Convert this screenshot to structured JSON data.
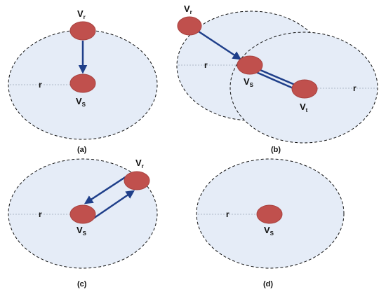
{
  "colors": {
    "region_fill": "#e5ecf7",
    "region_stroke": "#111111",
    "node_fill": "#c0504d",
    "node_stroke": "#a8423f",
    "arrow": "#1f3f8a",
    "radius_line": "#9aa6b8"
  },
  "panels": [
    {
      "caption": "(a)",
      "radius_label": "r",
      "nodes": {
        "vr": {
          "main": "V",
          "sub": "r"
        },
        "vs": {
          "main": "V",
          "sub": "S"
        }
      }
    },
    {
      "caption": "(b)",
      "radius_labels": [
        "r",
        "r"
      ],
      "nodes": {
        "vr": {
          "main": "V",
          "sub": "r"
        },
        "vs": {
          "main": "V",
          "sub": "S"
        },
        "vt": {
          "main": "V",
          "sub": "t"
        }
      }
    },
    {
      "caption": "(c)",
      "radius_label": "r",
      "nodes": {
        "vr": {
          "main": "V",
          "sub": "r"
        },
        "vs": {
          "main": "V",
          "sub": "S"
        }
      }
    },
    {
      "caption": "(d)",
      "radius_label": "r",
      "nodes": {
        "vs": {
          "main": "V",
          "sub": "S"
        }
      }
    }
  ]
}
